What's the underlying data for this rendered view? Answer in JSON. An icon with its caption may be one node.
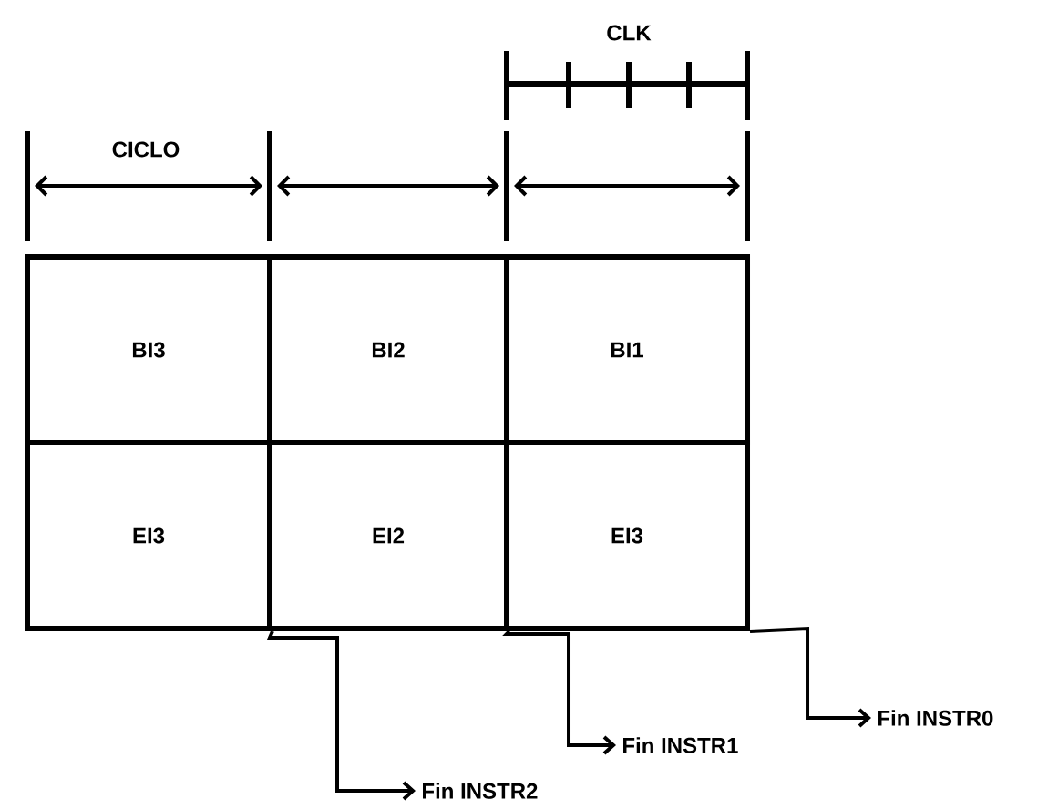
{
  "diagram": {
    "nodes": [
      {
        "text": [
          "BI3"
        ]
      },
      {
        "text": [
          "BI2"
        ]
      },
      {
        "text": [
          "BI1"
        ]
      },
      {
        "text": [
          "EI3"
        ]
      },
      {
        "text": [
          "EI2"
        ]
      },
      {
        "text": [
          "EI3"
        ]
      },
      {
        "text": [
          "Fin INSTR0"
        ]
      },
      {
        "text": [
          "Fin INSTR1"
        ]
      },
      {
        "text": [
          "Fin INSTR2"
        ]
      }
    ],
    "edges": [
      {
        "from": 3,
        "to": 8,
        "arrow": "to"
      },
      {
        "from": 4,
        "to": 7,
        "arrow": "to"
      },
      {
        "from": 5,
        "to": 6,
        "arrow": "to"
      }
    ],
    "labels": [
      "CLK",
      "CICLO"
    ]
  }
}
